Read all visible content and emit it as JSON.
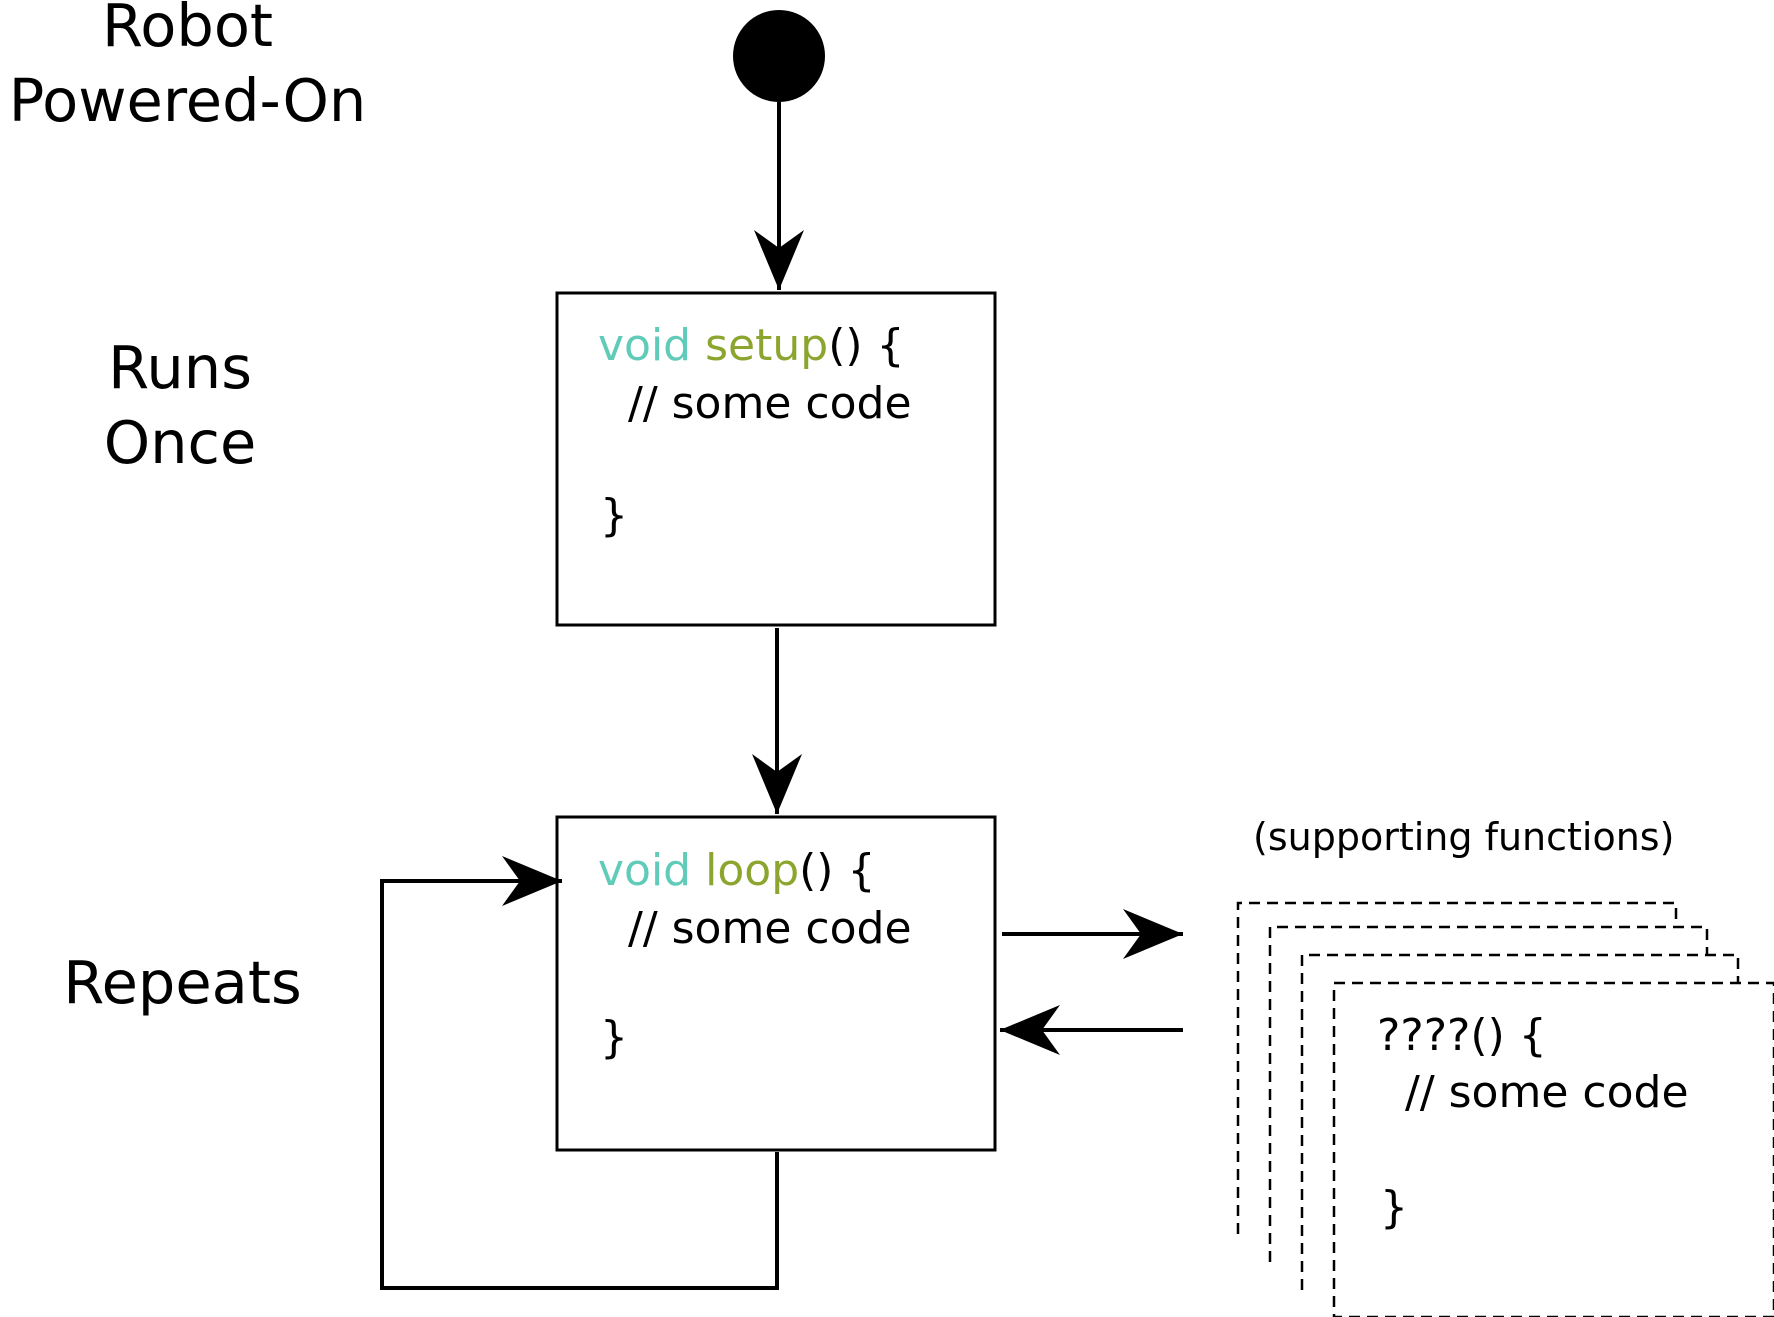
{
  "labels": {
    "start": [
      "Robot",
      "Powered-On"
    ],
    "runs_once": [
      "Runs",
      "Once"
    ],
    "repeats": "Repeats"
  },
  "setup_block": {
    "keyword": "void",
    "name": "setup",
    "signature_rest": "() {",
    "comment": "// some code",
    "close": "}"
  },
  "loop_block": {
    "keyword": "void",
    "name": "loop",
    "signature_rest": "() {",
    "comment": "// some code",
    "close": "}"
  },
  "supporting": {
    "caption": "(supporting functions)",
    "signature": "????() {",
    "comment": "// some code",
    "close": "}"
  },
  "colors": {
    "keyword": "#5fcbb8",
    "function_name": "#8ca52f",
    "ink": "#000000"
  }
}
